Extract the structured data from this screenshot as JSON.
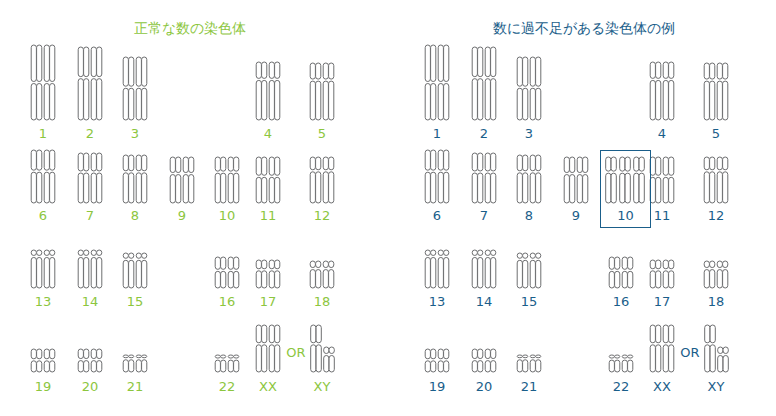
{
  "diagram": {
    "nodes": [
      {
        "text": [
          "10"
        ]
      }
    ],
    "labels": [
      "正常な数の染色体",
      "1",
      "2",
      "3",
      "4",
      "5",
      "6",
      "7",
      "8",
      "9",
      "10",
      "11",
      "12",
      "13",
      "14",
      "15",
      "16",
      "17",
      "18",
      "19",
      "20",
      "21",
      "22",
      "XX",
      "OR",
      "XY",
      "数に過不足がある染色体の例",
      "1",
      "2",
      "3",
      "4",
      "5",
      "6",
      "7",
      "8",
      "9",
      "11",
      "12",
      "13",
      "14",
      "15",
      "16",
      "17",
      "18",
      "19",
      "20",
      "21",
      "22",
      "XX",
      "OR",
      "XY"
    ]
  }
}
